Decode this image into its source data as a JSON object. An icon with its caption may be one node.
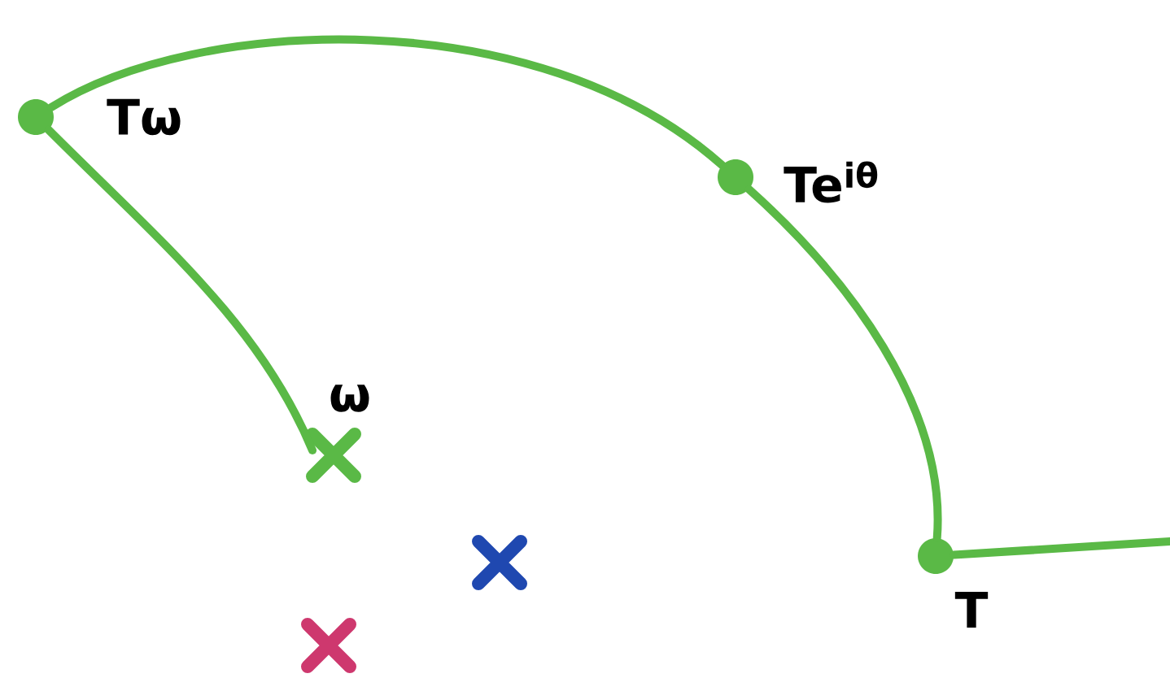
{
  "diagram": {
    "nodes": [
      {
        "text": [],
        "shape": "circle",
        "beside": [
          "Tω"
        ]
      },
      {
        "text": [],
        "shape": "circle",
        "beside": [
          "Te$^{iθ}$"
        ]
      },
      {
        "text": [],
        "shape": "circle",
        "beside": [
          "T"
        ]
      },
      {
        "text": [],
        "shape": "cross",
        "beside": [
          "ω"
        ]
      },
      {
        "text": [],
        "shape": "cross"
      },
      {
        "text": [],
        "shape": "cross"
      }
    ],
    "edges": [
      {
        "from": null,
        "to": 2,
        "arrow": "none"
      },
      {
        "from": 2,
        "to": 1,
        "arrow": "none"
      },
      {
        "from": 1,
        "to": 0,
        "arrow": "none"
      },
      {
        "from": 0,
        "to": 3,
        "arrow": "none"
      }
    ]
  }
}
